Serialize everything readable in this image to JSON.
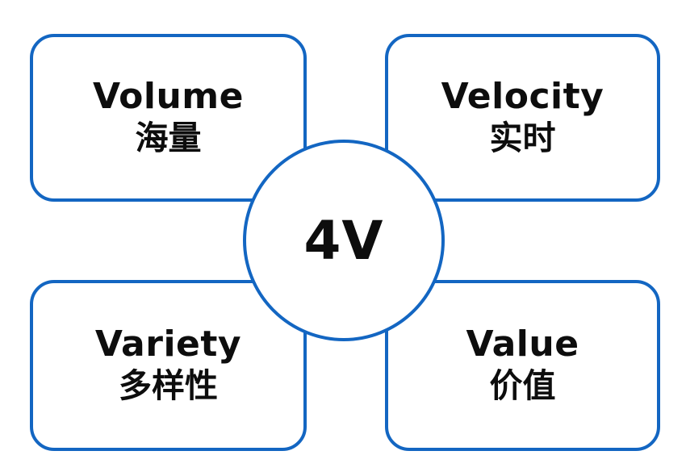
{
  "diagram": {
    "title_semantic": "Big Data 4V diagram",
    "center_label": "4V",
    "boxes": [
      {
        "id": "volume",
        "label_en": "Volume",
        "label_zh": "海量"
      },
      {
        "id": "velocity",
        "label_en": "Velocity",
        "label_zh": "实时"
      },
      {
        "id": "variety",
        "label_en": "Variety",
        "label_zh": "多样性"
      },
      {
        "id": "value",
        "label_en": "Value",
        "label_zh": "价值"
      }
    ],
    "colors": {
      "accent": "#1366c2",
      "text": "#0d0d0d",
      "background": "#ffffff"
    }
  }
}
